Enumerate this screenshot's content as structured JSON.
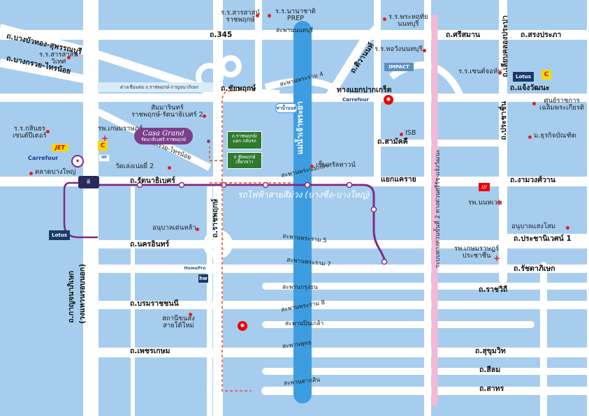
{
  "roads": {
    "bangbuathong": "ถ.บางบัวทอง-สุพรรณบุรี",
    "bangkruai": "ถ.บางกรวย-ไทรน้อย",
    "r345": "ถ.345",
    "nonthaburi": "สะพานนนทบุรี",
    "chaiyaphruek": "ถ.ชัยพฤกษ์",
    "phra_ram4": "สะพานพระราม 4",
    "pak_kret_junction": "ทางแยกปากเกร็ด",
    "tiwanon": "ถ.ติวานนท์",
    "samakkhi": "ถ.สามัคคี",
    "rattanathibet": "ถ.รัตนาธิเบศร์",
    "phra_nang_klao": "สะพานพระนั่งเกล้า",
    "khae_rai_junction": "แยกแคราย",
    "bangkruai_thainoi2": "ถ.บางกรวย-ไทรน้อย",
    "ratchaphruek_vert": "ถ.ราชพฤกษ์",
    "nakhon_in": "ถ.นครอินทร์",
    "phra_ram5": "สะพานพระราม 5",
    "phra_ram7": "สะพานพระราม 7",
    "krung_thon": "สะพานกรุงธน",
    "phra_ram8": "สะพานพระราม 8",
    "borommaratchachonnani": "ถ.บรมราชชนนี",
    "pinklao": "สะพานปิ่นเกล้า",
    "phutthayotfa": "สะพานพุทธ",
    "phetkasem": "ถ.เพชรเกษม",
    "taksin": "สะพานตากสิน",
    "kanchanaphisek": "ถ.กาญจนาภิเษก",
    "kanchanaphisek2": "(วงแหวนรอบนอก)",
    "chaeng_watthana": "ถ.แจ้งวัฒนะ",
    "si_saman": "ถ.ศรีสมาน",
    "song_prapha": "ถ.สรงประภา",
    "liap_khlong_prapa": "ถ.เลียบคลองประปา",
    "prachachuen": "ถ.ประชาชื่น",
    "ngam_wong_wan": "ถ.งามวงศ์วาน",
    "prachanives1": "ถ.ประชานิเวศน์ 1",
    "ratchadaphisek": "ถ.รัชดาภิเษก",
    "ratchawithi": "ถ.ราชวิถี",
    "sukhumvit": "ถ.สุขุมวิท",
    "silom": "ถ.สีลม",
    "sathon": "ถ.สาทร",
    "vibhavadi": "ระบบทางด่วนขั้นที่ 2 ทางด่วนศรีรัช-แจ้งวัฒนะ",
    "river": "แม่น้ำเจ้าพระยา",
    "expressway_link": "ต่างเชื่อมต่อ ถ.ราชพฤกษ์-กาญจนาภิเษก"
  },
  "pois": {
    "school_sarasas": "ร.ร.สารสาสน์\nราชพฤกษ์",
    "school_prep": "ร.ร.นานาชาติ\nPREP",
    "school_phrathai": "ร.ร.พระหฤทัย\nนนทบุรี",
    "school_horwang": "ร.ร.หอวังนนทบุรี",
    "impact": "IMPACT",
    "school_sarasas_witet": "ร.ร.สารสาสน์\nวิเทศ",
    "school_kasintorn": "ร.ร.กสินธร\nเซนต์ปีเตอร์",
    "kasemrad_hospital": "รพ.เกษมราษฎร์",
    "sammarin": "สัมมารินทร์\nราชพฤกษ์-รัตนาธิเบศร์ 2",
    "casa_grand": "Casa Grand",
    "casa_grand_sub": "รัตนาธิเบศร์-ราชพฤกษ์",
    "wat_langnoy": "วัดเล่งเน่ยยี่ 2",
    "market_bangyai": "ตลาดบางใหญ่",
    "central": "เซ็นทรัลทาวน์",
    "isb": "ISB",
    "st_john": "ร.ร.เซนต์จอห์น",
    "sport_center": "ศูนย์ราชการ\nเฉลิมพระเกียรติ",
    "mahidol": "ม.ธุรกิจบัณฑิต",
    "nonthavej": "รพ.นนทเวช",
    "anuban_laengsom": "อนุบาลแสงโสม",
    "kasemrad_prachachuen": "รพ.เกษมราษฎร์\nประชาชื่น",
    "anuban_tiles": "อนุบาลเด่นหล้า",
    "southern_bus": "สถานีขนส่ง\nสายใต้ใหม่",
    "purple_line": "รถไฟฟ้าสายสีม่วง (บางซื่อ-บางใหญ่)",
    "sign1": "ถ.ราชพฤกษ์/แยก\nกลับรถ",
    "sign2": "ถ.ชัยพฤกษ์\nเลี้ยวขวา",
    "pier": "ท่าน้ำนนท์",
    "carrefour": "Carrefour",
    "carrefour2": "Carrefour",
    "jet": "JET",
    "lotus": "Lotus",
    "homepro": "HomePro",
    "hw": "hw"
  },
  "colors": {
    "block": "#a6cdee",
    "road": "#ffffff",
    "river": "#3c9ee0",
    "purple_line": "#7d2a86",
    "expressway": "#f3b9d6",
    "route": "#e05020"
  }
}
